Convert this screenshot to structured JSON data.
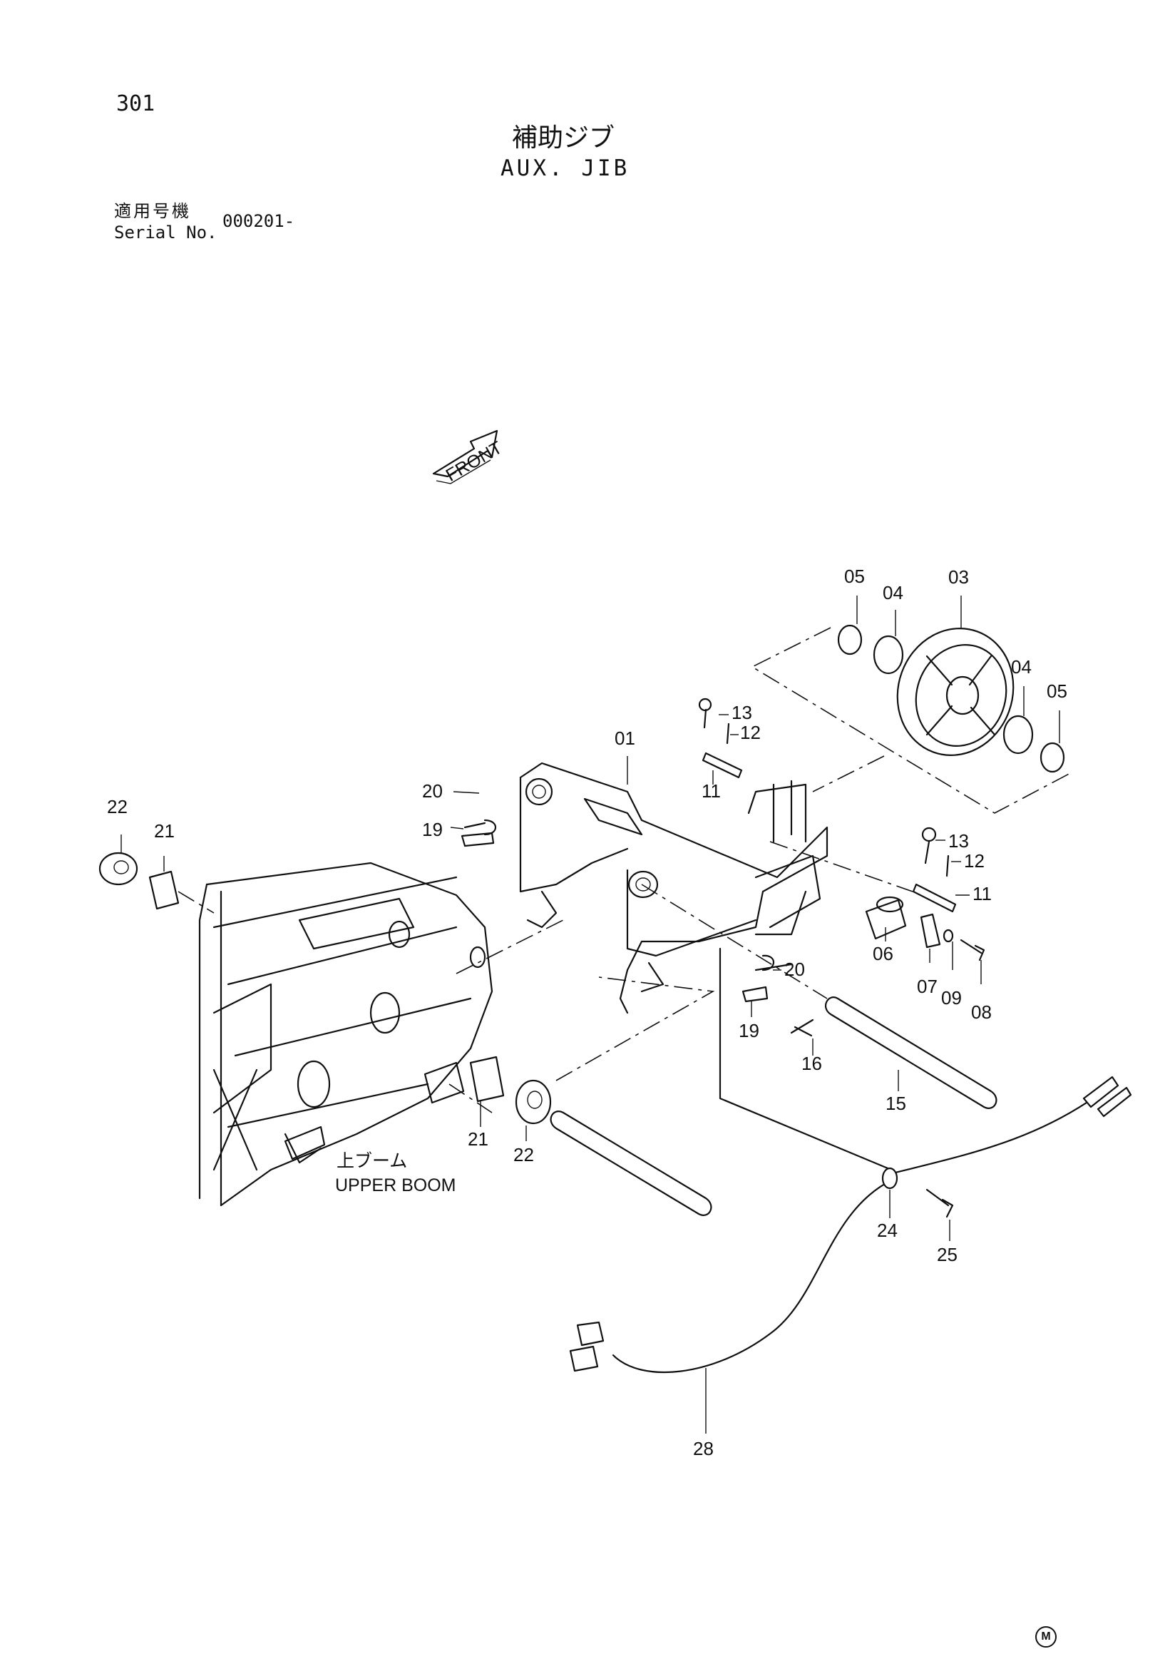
{
  "header": {
    "page_number": "301",
    "title_jp": "補助ジブ",
    "title_en": "AUX. JIB",
    "serial_label_jp": "適用号機",
    "serial_label_en": "Serial No.",
    "serial_value": "000201-"
  },
  "diagram": {
    "front_arrow": "FRONT",
    "upper_boom_jp": "上ブーム",
    "upper_boom_en": "UPPER BOOM",
    "callouts": [
      "05",
      "04",
      "03",
      "04",
      "05",
      "13",
      "12",
      "01",
      "11",
      "20",
      "19",
      "22",
      "21",
      "13",
      "12",
      "11",
      "06",
      "07",
      "09",
      "08",
      "20",
      "19",
      "16",
      "15",
      "21",
      "22",
      "24",
      "25",
      "28"
    ]
  },
  "footer": {
    "mark": "M"
  }
}
